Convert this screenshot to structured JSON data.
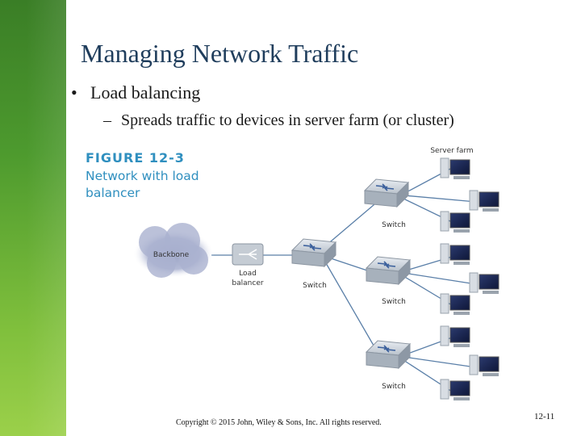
{
  "slide": {
    "title": "Managing Network Traffic",
    "bullet": "Load balancing",
    "sub_bullet": "Spreads traffic to devices in server farm (or cluster)",
    "footer": "Copyright © 2015 John, Wiley & Sons, Inc. All rights reserved.",
    "page_number": "12-11",
    "accent_color": "#4d9a2e"
  },
  "figure": {
    "number": "FIGURE 12-3",
    "caption_line1": "Network with load",
    "caption_line2": "balancer",
    "backbone_label": "Backbone",
    "load_balancer_label_1": "Load",
    "load_balancer_label_2": "balancer",
    "switch_label": "Switch",
    "server_farm_label": "Server farm"
  }
}
